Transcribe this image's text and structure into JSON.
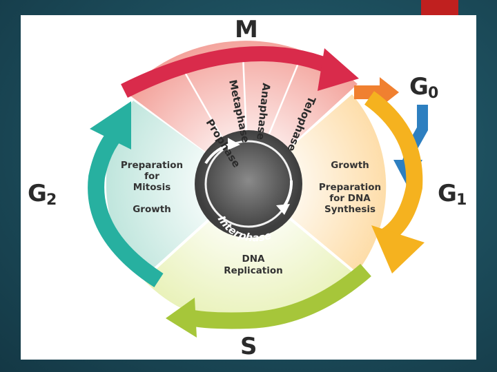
{
  "phases": {
    "m": "M",
    "g0_letter": "G",
    "g0_sub": "0",
    "g1_letter": "G",
    "g1_sub": "1",
    "g2_letter": "G",
    "g2_sub": "2",
    "s": "S"
  },
  "mitosis": [
    "Prophase",
    "Metaphase",
    "Anaphase",
    "Telophase"
  ],
  "g2_text": {
    "line1": "Preparation",
    "line2": "for",
    "line3": "Mitosis",
    "line4": "Growth"
  },
  "g1_text": {
    "line1": "Growth",
    "line2": "Preparation",
    "line3": "for DNA",
    "line4": "Synthesis"
  },
  "s_text": {
    "line1": "DNA",
    "line2": "Replication"
  },
  "center_label": "Interphase",
  "colors": {
    "m_arrow": "#d92b4b",
    "g0_arrow": "#f08030",
    "g0_to_g1_arrow": "#2d7fc0",
    "g1_arrow": "#f5b21f",
    "s_arrow": "#a6c63a",
    "g2_arrow": "#27b0a0",
    "mitosis_wedge": "#f2a8a0",
    "g2_sector": "#c8e9e0",
    "g1_sector": "#fde3b8",
    "s_sector": "#eef5c8",
    "hub": "#5a5a5a",
    "slide_border": "#c0201f"
  }
}
